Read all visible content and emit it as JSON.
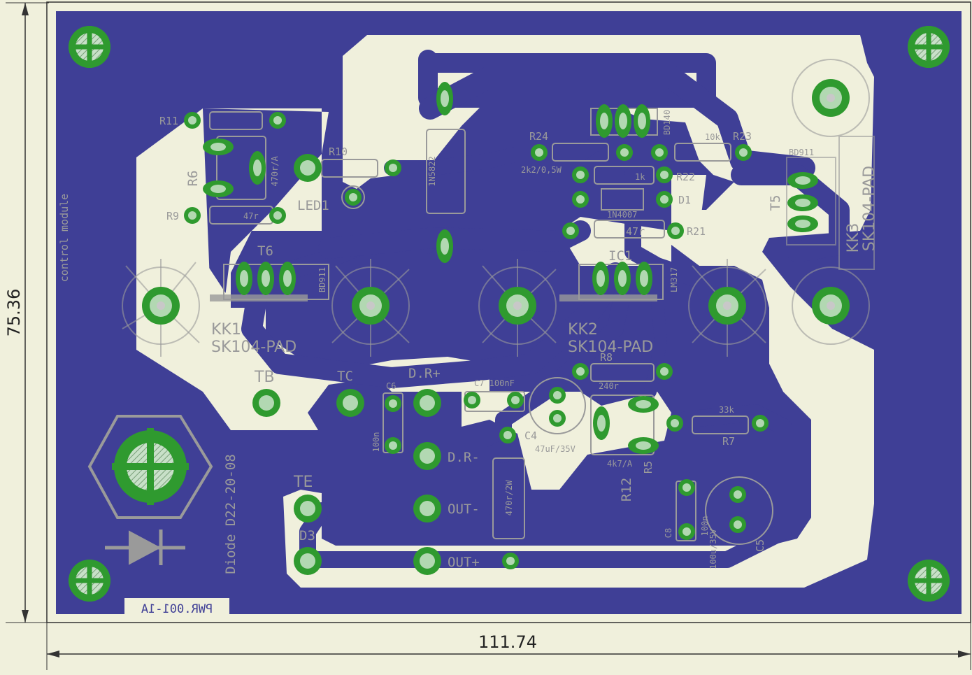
{
  "dimensions": {
    "width_label": "111.74",
    "height_label": "75.36"
  },
  "board": {
    "side_label": "control module",
    "diode_label": "Diode D22-20-08",
    "part_number": "PWR.001-1A"
  },
  "colors": {
    "background": "#f0f0dc",
    "copper": "#3f3f96",
    "pad_ring": "#2f9a2f",
    "pad_fill": "#b2d8b2",
    "silkscreen": "#9a9a9a",
    "clearance": "#f0f0dc"
  },
  "components": {
    "r11": "R11",
    "r6": "R6",
    "r9": "R9",
    "r9_val": "47r",
    "r6_val": "470r/A",
    "r10": "R10",
    "led1": "LED1",
    "d4": "1N5822",
    "r24": "R24",
    "r24_val": "2k2/0,5W",
    "t7_val": "BD140",
    "r22": "R22",
    "r22_val": "1k",
    "d1": "D1",
    "d1_val": "1N4007",
    "r21": "R21",
    "r21_val": "47r",
    "r23": "R23",
    "r23_val": "10k",
    "t5": "T5",
    "t5_val": "BD911",
    "kk3": "KK3",
    "kk3_val": "SK104-PAD",
    "t6": "T6",
    "t6_val": "BD911",
    "kk1": "KK1",
    "kk1_val": "SK104-PAD",
    "ic1": "IC1",
    "ic1_val": "LM317",
    "kk2": "KK2",
    "kk2_val": "SK104-PAD",
    "tb": "TB",
    "tc": "TC",
    "c6": "C6",
    "c6_val": "100n",
    "drp": "D.R+",
    "c7": "C7 100nF",
    "r8": "R8",
    "r8_val": "240r",
    "c4": "C4",
    "c4_val": "47uF/35V",
    "r12": "R12",
    "r12_val": "4k7/A",
    "r5": "R5",
    "r7": "R7",
    "r7_val": "33k",
    "drm": "D.R-",
    "outm": "OUT-",
    "outp": "OUT+",
    "te": "TE",
    "d3": "D3",
    "res2w": "470r/2W",
    "c8": "C8",
    "c8_val": "100n",
    "c5": "C5",
    "c5_val": "100u/35V"
  }
}
